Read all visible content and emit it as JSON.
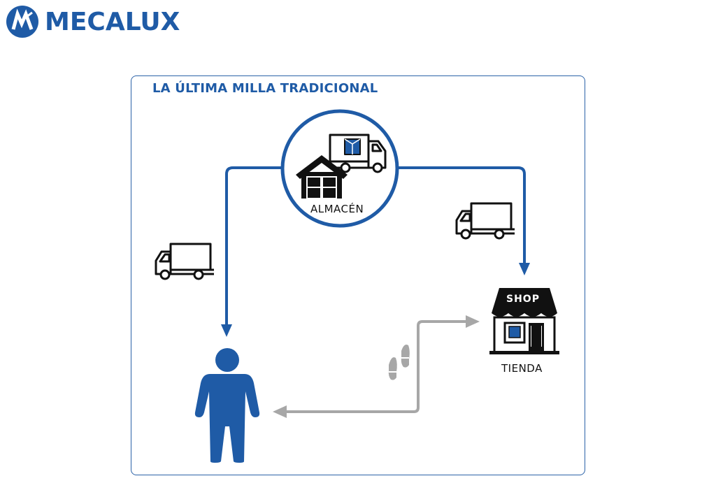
{
  "brand": {
    "name": "MECALUX",
    "color": "#1f5ba6"
  },
  "diagram": {
    "title": "LA ÚLTIMA MILLA TRADICIONAL",
    "nodes": {
      "warehouse": {
        "label": "ALMACÉN",
        "icon": "warehouse-truck-icon"
      },
      "store": {
        "label": "TIENDA",
        "sign": "SHOP",
        "icon": "shop-icon"
      },
      "customer": {
        "icon": "person-icon"
      }
    },
    "icons": [
      "truck-icon",
      "truck-icon",
      "footprints-icon"
    ],
    "colors": {
      "primary": "#1f5ba6",
      "secondary": "#a7a7a7",
      "dark": "#111111"
    }
  }
}
